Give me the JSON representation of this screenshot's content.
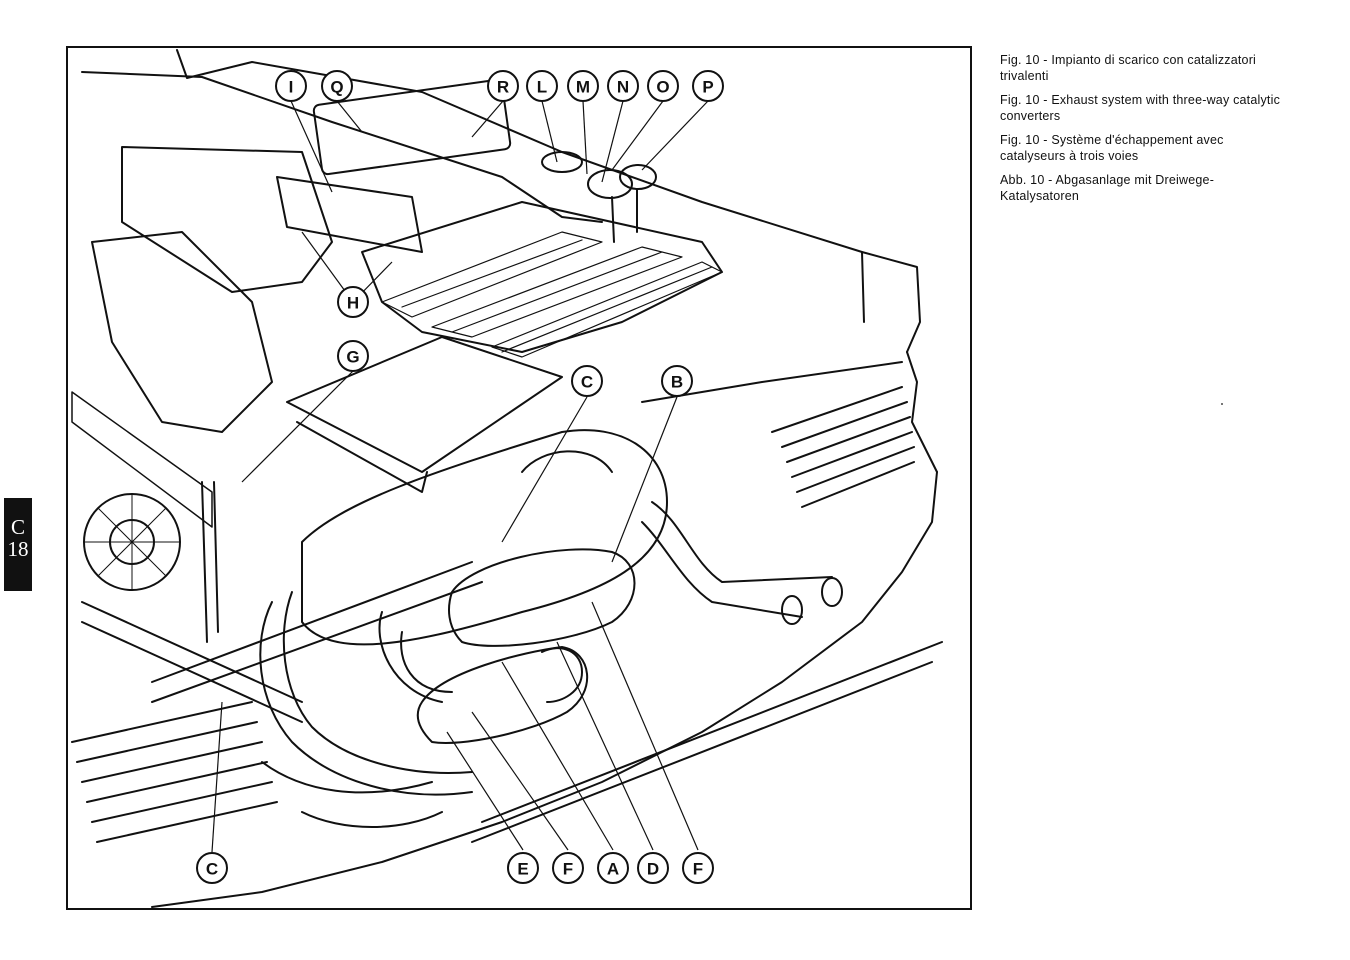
{
  "figure": {
    "callouts_top": [
      "I",
      "Q",
      "R",
      "L",
      "M",
      "N",
      "O",
      "P"
    ],
    "callouts_middle": [
      "H",
      "G",
      "C",
      "B"
    ],
    "callouts_bottom": [
      "C",
      "E",
      "F",
      "A",
      "D",
      "F"
    ]
  },
  "captions": [
    "Fig. 10 - Impianto di scarico con catalizzatori trivalenti",
    "Fig. 10 - Exhaust system with three-way catalytic converters",
    "Fig. 10 - Système d'échappement avec catalyseurs à trois voies",
    "Abb. 10 - Abgasanlage mit Dreiwege-Katalysatoren"
  ],
  "section_tab": {
    "letter": "C",
    "number": "18"
  }
}
